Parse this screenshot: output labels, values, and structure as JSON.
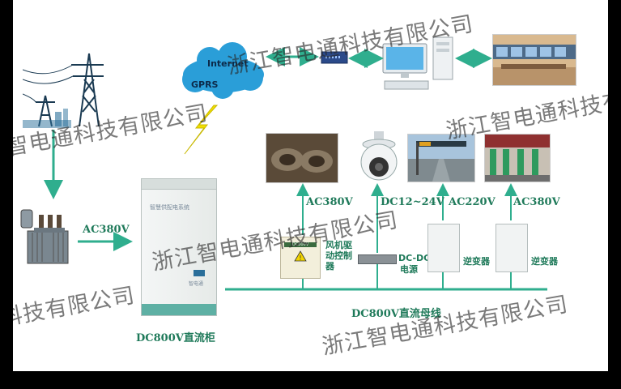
{
  "cloud": {
    "internet": "Internet",
    "gprs": "GPRS"
  },
  "labels": {
    "ac380_left": "AC380V",
    "ac380_fan": "AC380V",
    "dc12_24": "DC12~24V",
    "ac220": "AC220V",
    "ac380_right": "AC380V"
  },
  "devices": {
    "cabinet_caption": "DC800V直流柜",
    "cabinet_panel_text": "智慧供配电系统",
    "cabinet_brand": "智电通",
    "fan_controller": "风机驱动控制器",
    "dcdc_line1": "DC-DC",
    "dcdc_line2": "电源",
    "inverter_1": "逆变器",
    "inverter_2": "逆变器",
    "fan_box_nameplate": "DC800V"
  },
  "bus_label": "DC800V直流母线",
  "watermark_text": "浙江智电通科技有限公司",
  "colors": {
    "arrow": "#2fae8e",
    "label": "#1f7a5a",
    "bus": "#2fae8e",
    "lightning": "#f2e000"
  }
}
